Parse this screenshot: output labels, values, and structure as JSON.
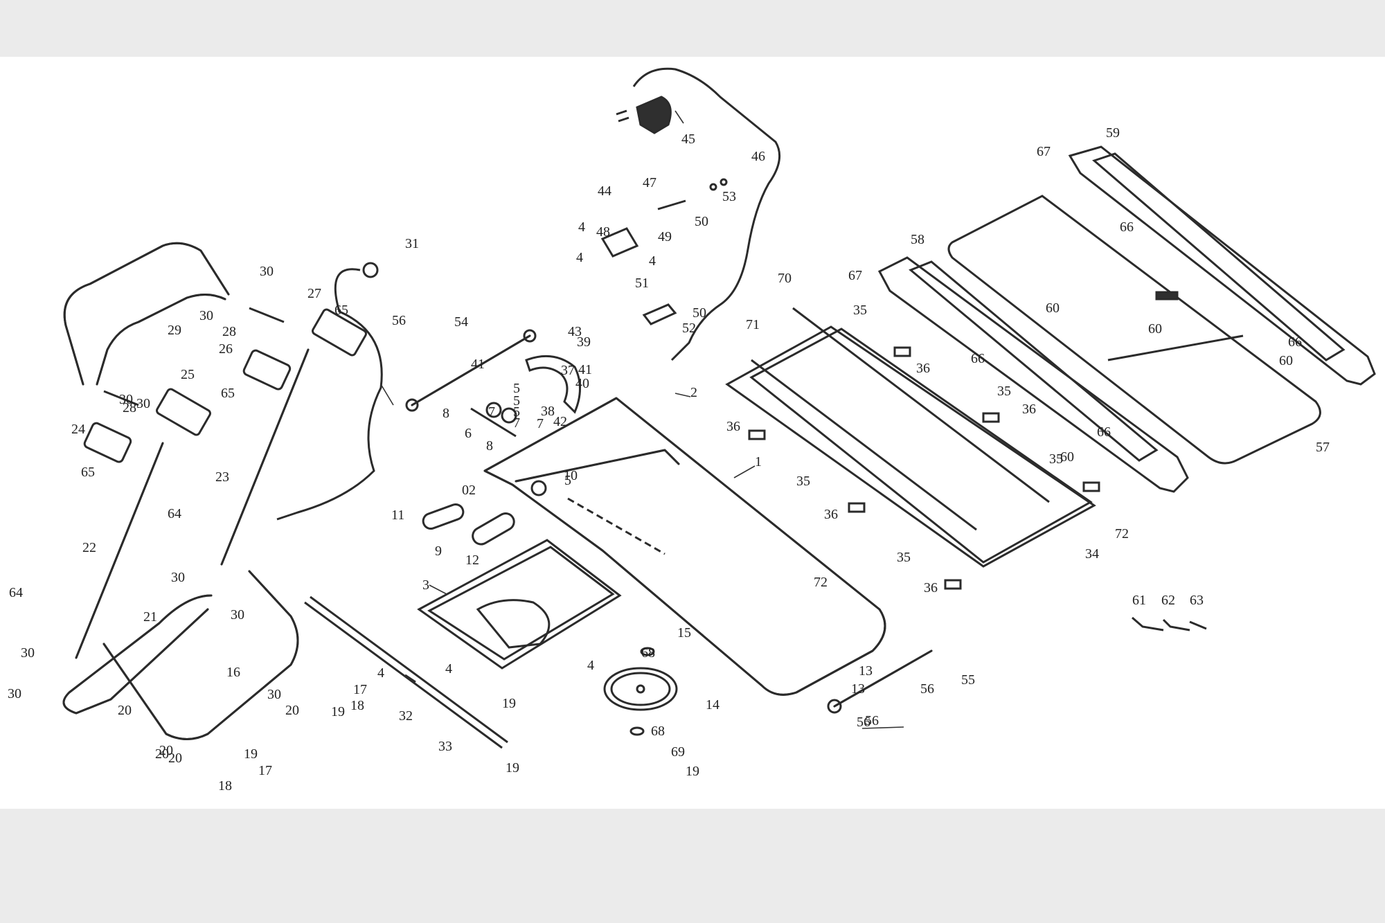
{
  "diagram": {
    "background": "#ffffff",
    "page_background": "#ebebeb",
    "ink_color": "#2b2b2b",
    "callouts": [
      "1",
      "2",
      "3",
      "4",
      "5",
      "6",
      "7",
      "8",
      "9",
      "10",
      "11",
      "12",
      "13",
      "14",
      "15",
      "16",
      "17",
      "18",
      "19",
      "20",
      "21",
      "22",
      "23",
      "24",
      "25",
      "26",
      "27",
      "28",
      "29",
      "30",
      "31",
      "32",
      "33",
      "34",
      "35",
      "36",
      "37",
      "38",
      "39",
      "40",
      "41",
      "42",
      "43",
      "44",
      "45",
      "46",
      "47",
      "48",
      "49",
      "50",
      "51",
      "52",
      "53",
      "54",
      "55",
      "56",
      "57",
      "58",
      "59",
      "60",
      "61",
      "62",
      "63",
      "64",
      "65",
      "66",
      "67",
      "68",
      "69",
      "70",
      "71",
      "72",
      "02"
    ]
  }
}
